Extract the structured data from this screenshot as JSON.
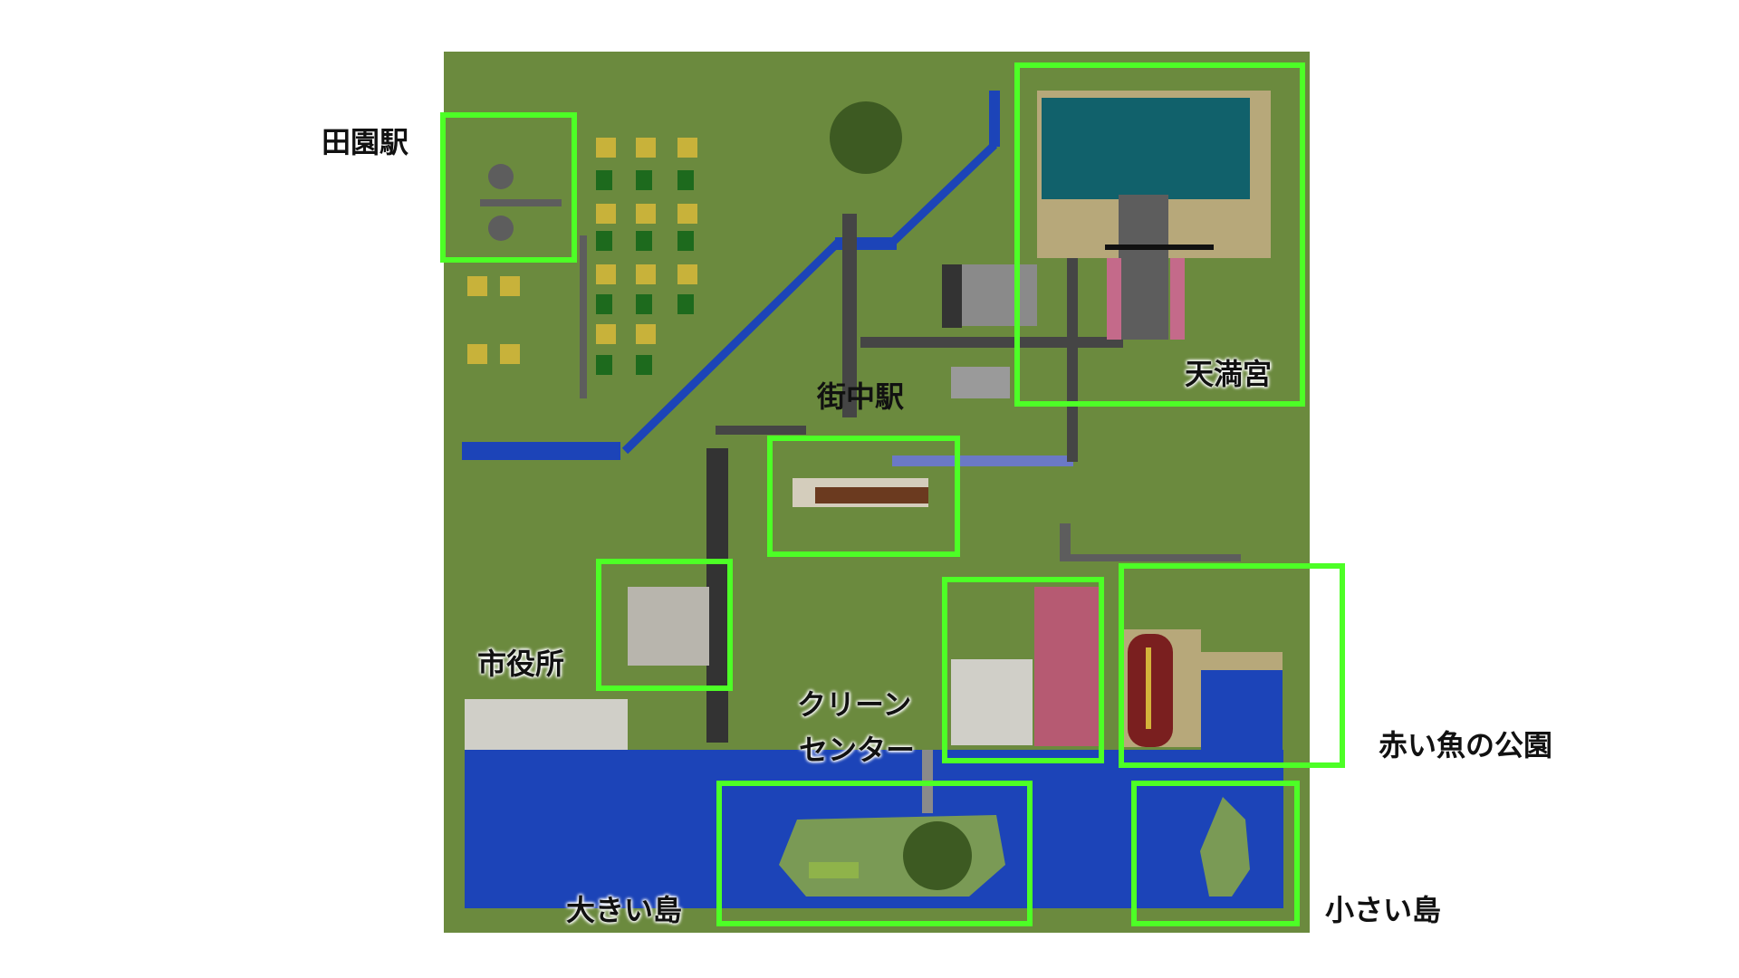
{
  "map": {
    "colors": {
      "grass": "#6b8a3e",
      "water": "#1c44b8",
      "road": "#454545",
      "highlight": "#4dff26",
      "pond": "#11616b",
      "sand": "#b7a87a",
      "pink": "#b65a72",
      "tree": "#3d5a22"
    },
    "labels": {
      "denen_station": "田園駅",
      "tenmangu": "天満宮",
      "machinaka_station": "街中駅",
      "city_hall": "市役所",
      "clean_center_line1": "クリーン",
      "clean_center_line2": "センター",
      "red_fish_park": "赤い魚の公園",
      "big_island": "大きい島",
      "small_island": "小さい島"
    }
  }
}
